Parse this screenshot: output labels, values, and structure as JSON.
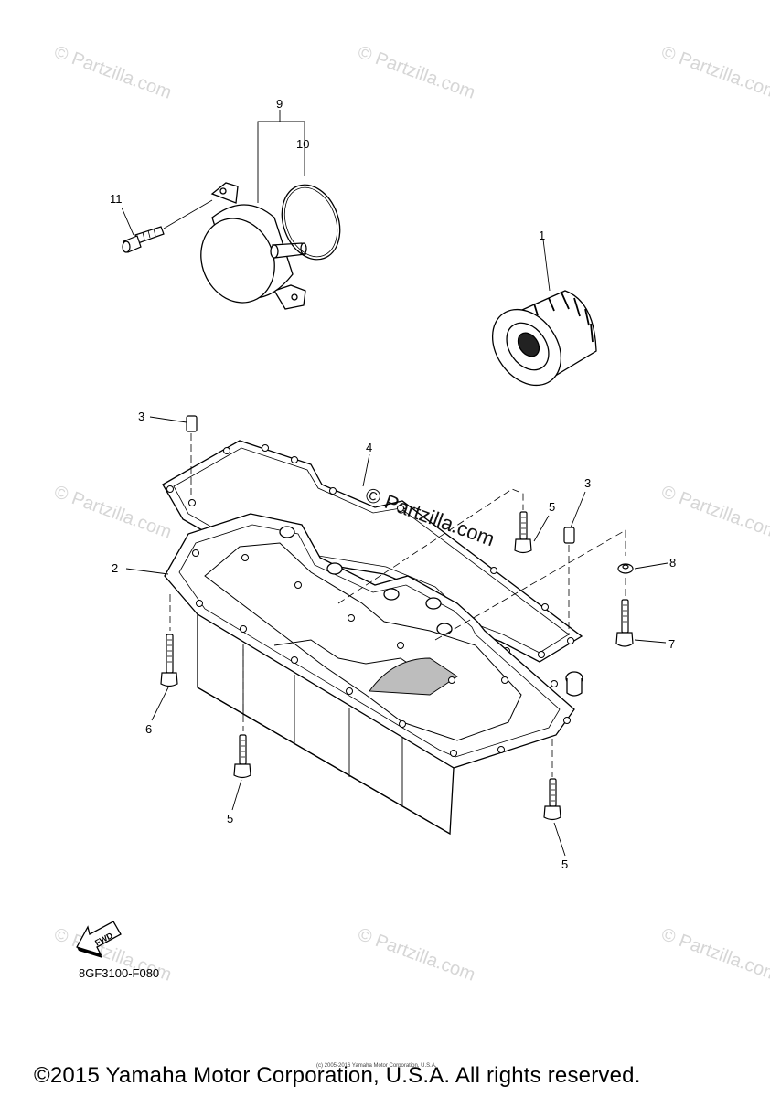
{
  "watermark": {
    "text": "© Partzilla.com"
  },
  "callouts": [
    {
      "id": "c9",
      "label": "9"
    },
    {
      "id": "c10",
      "label": "10"
    },
    {
      "id": "c11",
      "label": "11"
    },
    {
      "id": "c1",
      "label": "1"
    },
    {
      "id": "c3a",
      "label": "3"
    },
    {
      "id": "c4",
      "label": "4"
    },
    {
      "id": "c3b",
      "label": "3"
    },
    {
      "id": "c5a",
      "label": "5"
    },
    {
      "id": "c8",
      "label": "8"
    },
    {
      "id": "c2",
      "label": "2"
    },
    {
      "id": "c7",
      "label": "7"
    },
    {
      "id": "c6",
      "label": "6"
    },
    {
      "id": "c5b",
      "label": "5"
    },
    {
      "id": "c5c",
      "label": "5"
    }
  ],
  "fwd_arrow": {
    "label": "FWD"
  },
  "part_code": "8GF3100-F080",
  "tiny_copyright": "(c) 2005-2016 Yamaha Motor Corporation, U.S.A.",
  "copyright": "©2015 Yamaha Motor Corporation, U.S.A. All rights reserved."
}
